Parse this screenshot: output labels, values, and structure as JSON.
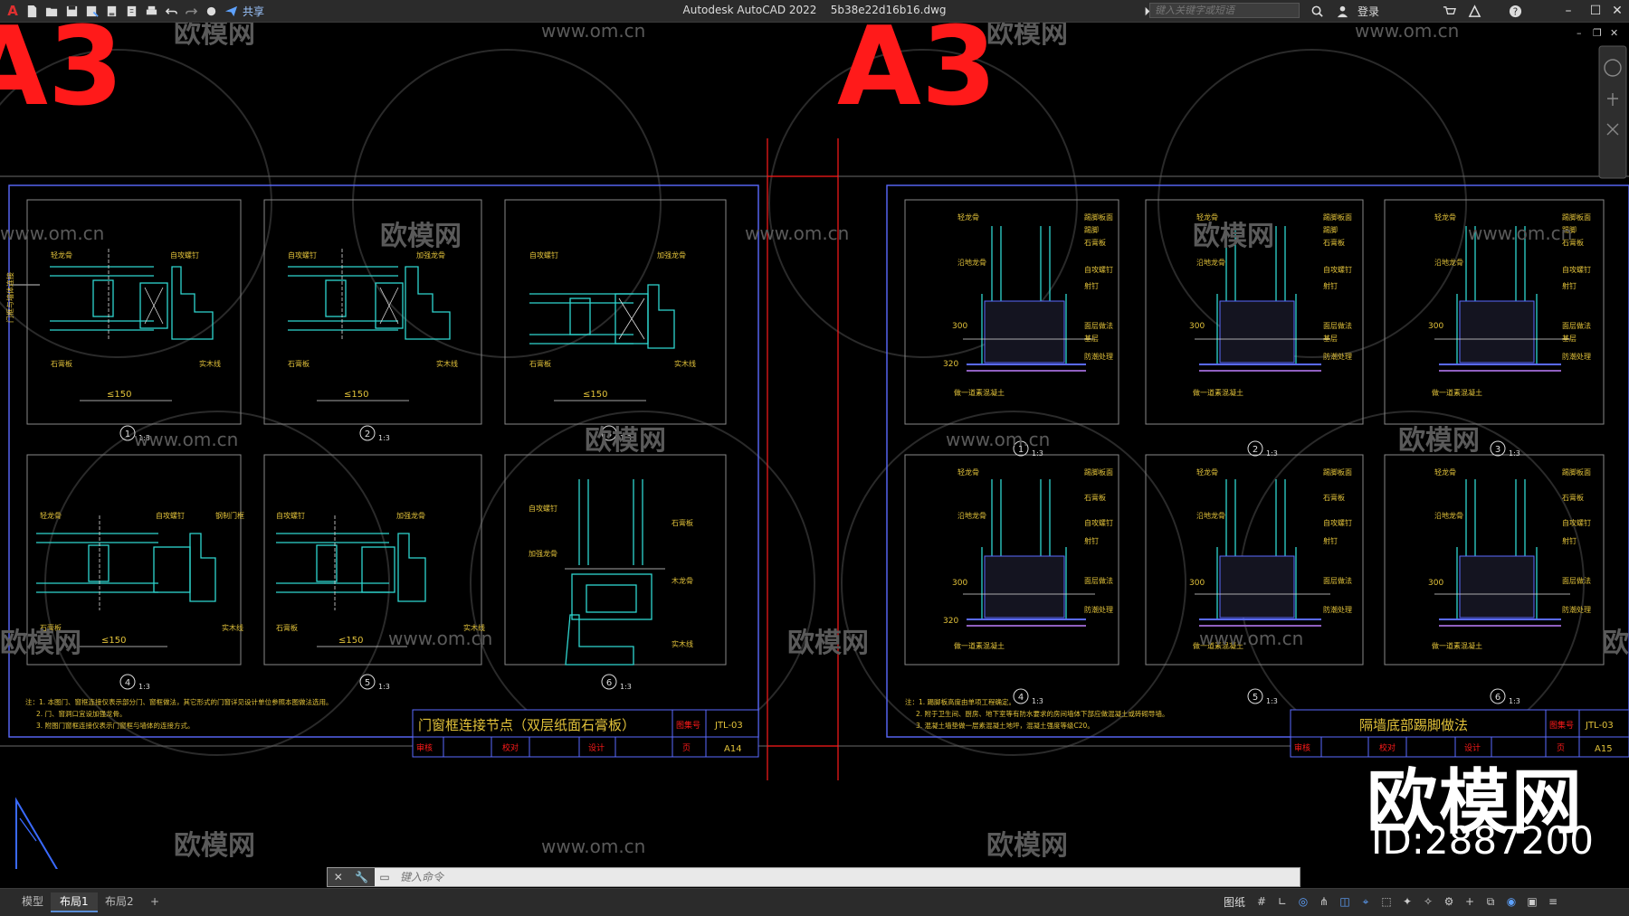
{
  "titlebar": {
    "app_title": "Autodesk AutoCAD 2022",
    "file_name": "5b38e22d16b16.dwg",
    "share_label": "共享",
    "search_placeholder": "键入关键字或短语",
    "login_label": "登录"
  },
  "sheets": [
    {
      "big_label": "A3",
      "title": "门窗框连接节点（双层纸面石膏板）",
      "drawing_no_label": "图集号",
      "drawing_no": "JTL-03",
      "review_label": "审核",
      "check_label": "校对",
      "design_label": "设计",
      "page_label": "页",
      "page_no": "A14",
      "dimension": "≤150",
      "scale": "1:3",
      "details": [
        "1",
        "2",
        "3",
        "4",
        "5",
        "6"
      ],
      "notes": [
        "注：1. 本图门、窗框连接仅表示部分门、窗框做法，其它形式的门窗详见设计单位参照本图做法选用。",
        "2. 门、窗洞口宜设加强龙骨。",
        "3. 附图门窗框连接仅表示门窗框与墙体的连接方式。"
      ]
    },
    {
      "big_label": "A3",
      "title": "隔墙底部踢脚做法",
      "drawing_no_label": "图集号",
      "drawing_no": "JTL-03",
      "review_label": "审核",
      "check_label": "校对",
      "design_label": "设计",
      "page_label": "页",
      "page_no": "A15",
      "scale": "1:3",
      "details": [
        "1",
        "2",
        "3",
        "4",
        "5",
        "6"
      ],
      "notes": [
        "注：1. 踢脚板高度由单项工程确定。",
        "2. 附于卫生间、厨房、地下室等有防水要求的房间墙体下部应做混凝土或砖砌导墙。",
        "3. 混凝土墙垫做一层素混凝土地坪，混凝土强度等级C20。"
      ]
    }
  ],
  "watermarks": {
    "site": "www.om.cn",
    "brand": "欧模网",
    "big_brand": "欧模网",
    "id_text": "ID:2887200"
  },
  "command_line": {
    "placeholder": "键入命令"
  },
  "layout_tabs": [
    "模型",
    "布局1",
    "布局2",
    "+"
  ],
  "active_tab": 1,
  "status": {
    "paper_label": "图纸"
  },
  "colors": {
    "accent_red": "#ff1a1a",
    "frame_blue": "#5a6aff",
    "detail_cyan": "#2fd6d0",
    "annotation_yellow": "#e2c23a"
  }
}
